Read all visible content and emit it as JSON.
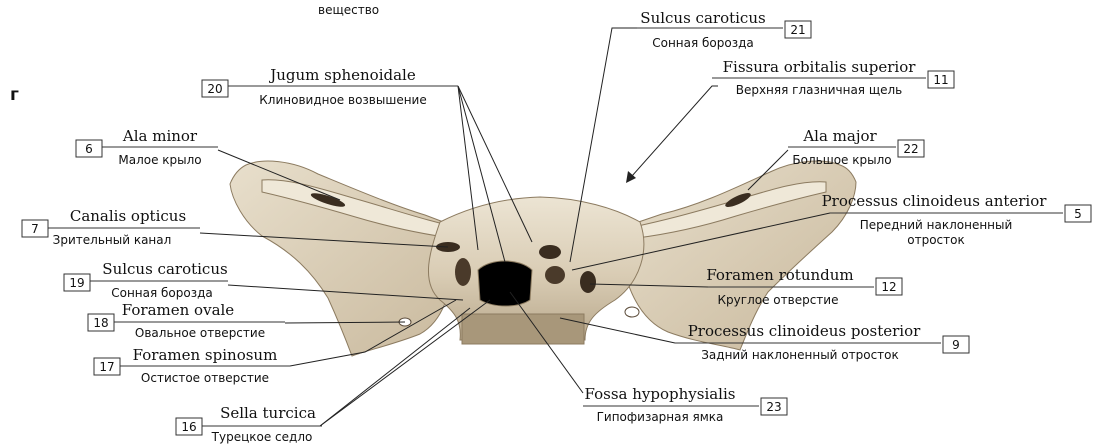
{
  "top_caption": "вещество",
  "panel_letter": "г",
  "labels": [
    {
      "id": "l21",
      "latin": "Sulcus caroticus",
      "russian": "Сонная борозда",
      "number": "21"
    },
    {
      "id": "l20",
      "latin": "Jugum sphenoidale",
      "russian": "Клиновидное возвышение",
      "number": "20"
    },
    {
      "id": "l11",
      "latin": "Fissura orbitalis superior",
      "russian": "Верхняя глазничная щель",
      "number": "11"
    },
    {
      "id": "l6",
      "latin": "Ala minor",
      "russian": "Малое крыло",
      "number": "6"
    },
    {
      "id": "l22",
      "latin": "Ala major",
      "russian": "Большое крыло",
      "number": "22"
    },
    {
      "id": "l7",
      "latin": "Canalis opticus",
      "russian": "Зрительный канал",
      "number": "7"
    },
    {
      "id": "l5",
      "latin": "Processus clinoideus anterior",
      "russian": "Передний наклоненный",
      "russian2": "отросток",
      "number": "5"
    },
    {
      "id": "l19",
      "latin": "Sulcus caroticus",
      "russian": "Сонная борозда",
      "number": "19"
    },
    {
      "id": "l12",
      "latin": "Foramen rotundum",
      "russian": "Круглое отверстие",
      "number": "12"
    },
    {
      "id": "l18",
      "latin": "Foramen ovale",
      "russian": "Овальное отверстие",
      "number": "18"
    },
    {
      "id": "l9",
      "latin": "Processus clinoideus posterior",
      "russian": "Задний наклоненный отросток",
      "number": "9"
    },
    {
      "id": "l17",
      "latin": "Foramen spinosum",
      "russian": "Остистое отверстие",
      "number": "17"
    },
    {
      "id": "l23",
      "latin": "Fossa hypophysialis",
      "russian": "Гипофизарная ямка",
      "number": "23"
    },
    {
      "id": "l16",
      "latin": "Sella turcica",
      "russian": "Турецкое седло",
      "number": "16"
    }
  ]
}
